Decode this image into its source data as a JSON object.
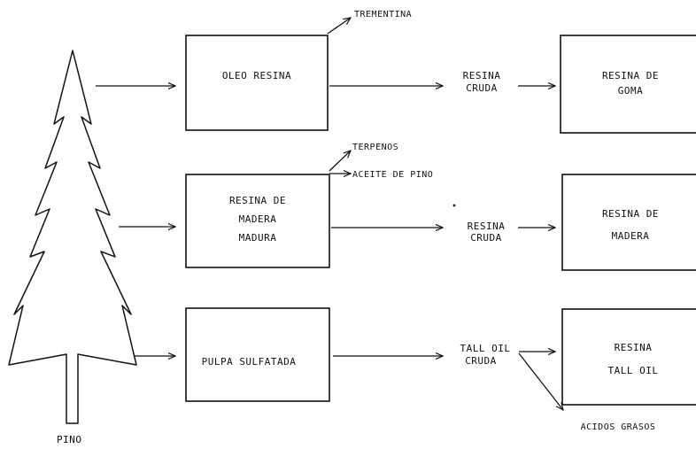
{
  "tree": {
    "label": "PINO"
  },
  "rows": [
    {
      "box1": [
        "OLEO RESINA"
      ],
      "byproducts": [
        "TREMENTINA"
      ],
      "crude": [
        "RESINA",
        "CRUDA"
      ],
      "box2": [
        "RESINA DE",
        "GOMA"
      ]
    },
    {
      "box1": [
        "RESINA DE",
        "MADERA",
        "MADURA"
      ],
      "byproducts": [
        "TERPENOS",
        "ACEITE DE PINO"
      ],
      "crude": [
        "RESINA",
        "CRUDA"
      ],
      "box2": [
        "RESINA DE",
        "MADERA"
      ]
    },
    {
      "box1": [
        "PULPA SULFATADA"
      ],
      "byproducts": [],
      "crude": [
        "TALL OIL",
        "CRUDA"
      ],
      "box2": [
        "RESINA",
        "TALL OIL"
      ],
      "side_output": "ACIDOS GRASOS"
    }
  ]
}
